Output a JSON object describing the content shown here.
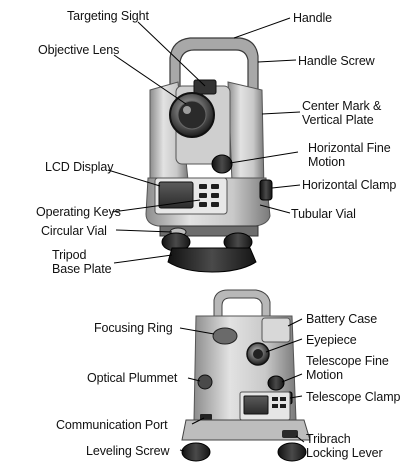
{
  "labels": {
    "targeting_sight": "Targeting Sight",
    "handle": "Handle",
    "objective_lens": "Objective Lens",
    "handle_screw": "Handle Screw",
    "center_mark_1": "Center Mark &",
    "center_mark_2": "Vertical Plate",
    "horiz_fine_1": "Horizontal Fine",
    "horiz_fine_2": "Motion",
    "lcd_display": "LCD Display",
    "horizontal_clamp": "Horizontal Clamp",
    "operating_keys": "Operating Keys",
    "tubular_vial": "Tubular Vial",
    "circular_vial": "Circular Vial",
    "tripod_1": "Tripod",
    "tripod_2": "Base Plate",
    "focusing_ring": "Focusing Ring",
    "battery_case": "Battery Case",
    "eyepiece": "Eyepiece",
    "telescope_fine_1": "Telescope Fine",
    "telescope_fine_2": "Motion",
    "optical_plummet": "Optical Plummet",
    "telescope_clamp": "Telescope Clamp",
    "communication_port": "Communication Port",
    "leveling_screw": "Leveling Screw",
    "tribrach_1": "Tribrach",
    "tribrach_2": "Locking Lever"
  },
  "colors": {
    "body_light": "#dcdcdc",
    "body_mid": "#9c9c9c",
    "body_dark": "#2a2a2a",
    "leader": "#000000",
    "text": "#111111"
  }
}
